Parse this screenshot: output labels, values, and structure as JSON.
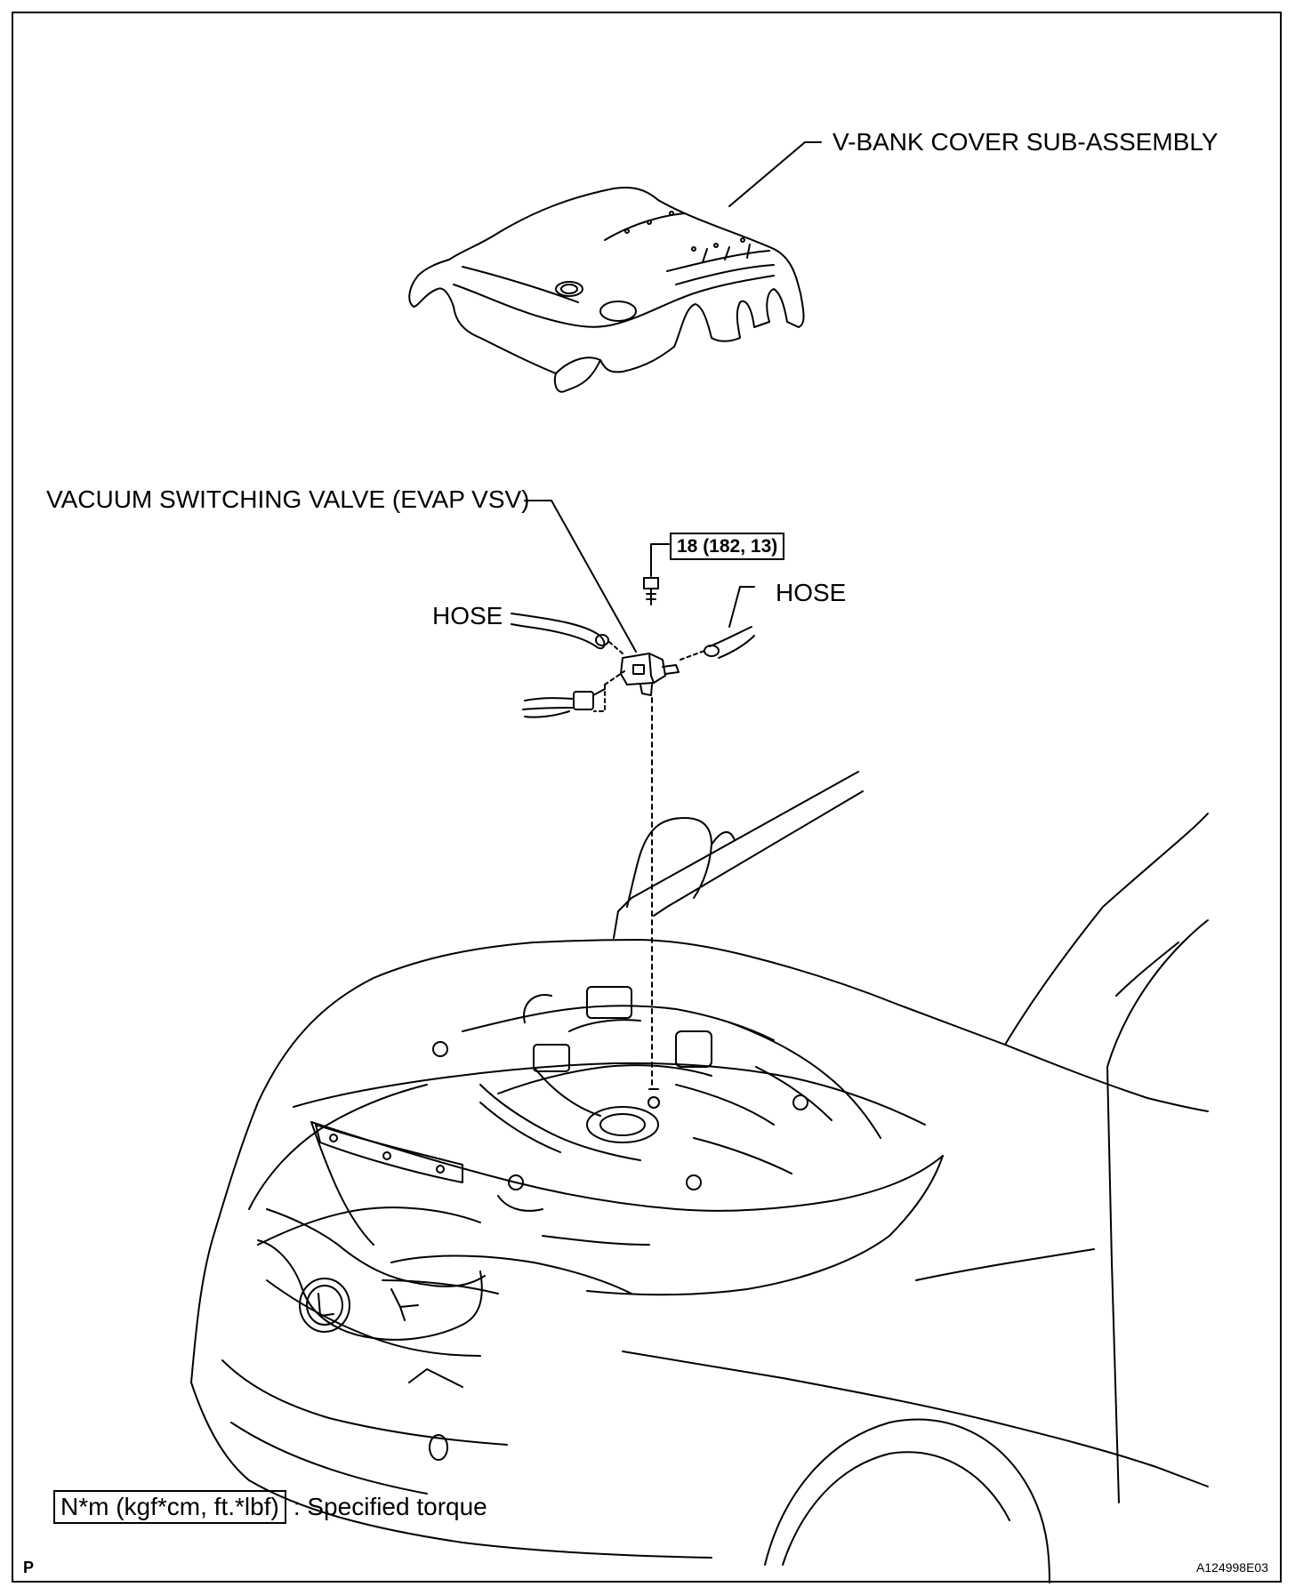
{
  "labels": {
    "v_bank_cover": "V-BANK COVER SUB-ASSEMBLY",
    "vsv": "VACUUM SWITCHING VALVE (EVAP VSV)",
    "hose_left": "HOSE",
    "hose_right": "HOSE"
  },
  "torque_spec": "18 (182, 13)",
  "legend": {
    "key": "N*m (kgf*cm, ft.*lbf)",
    "description": ": Specified torque"
  },
  "corner_mark": "P",
  "figure_id": "A124998E03"
}
